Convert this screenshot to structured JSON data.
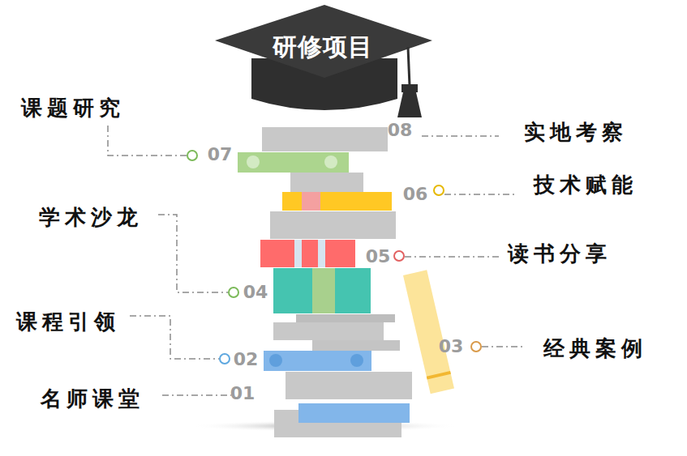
{
  "diagram": {
    "title": "研修项目",
    "labels": [
      "课题研究",
      "07",
      "08",
      "实地考察",
      "技术赋能",
      "06",
      "学术沙龙",
      "读书分享",
      "05",
      "04",
      "课程引领",
      "03",
      "经典案例",
      "02",
      "名师课堂",
      "01"
    ]
  }
}
